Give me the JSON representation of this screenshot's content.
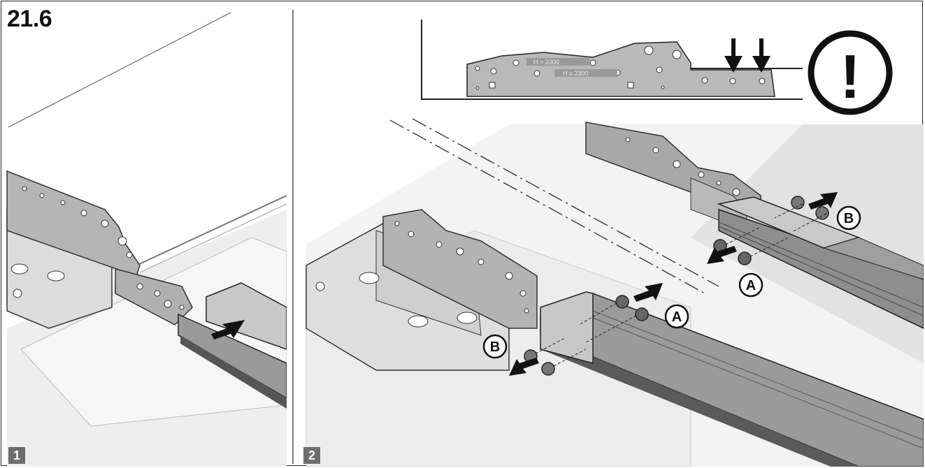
{
  "figure": {
    "section_number": "21.6",
    "steps": [
      {
        "number": "1"
      },
      {
        "number": "2"
      }
    ],
    "detail": {
      "label_high": "H > 2300",
      "label_low": "H ≤ 2300",
      "warning_symbol": "!"
    },
    "callouts": {
      "screw": "A",
      "nut": "B"
    }
  },
  "colors": {
    "frame": "#222222",
    "metal_light": "#cfcfcf",
    "metal_mid": "#a9a9a9",
    "metal_dark": "#7d7d7d",
    "rail": "#8c8c8c",
    "surface": "#f2f2f2",
    "arrow": "#111111"
  }
}
